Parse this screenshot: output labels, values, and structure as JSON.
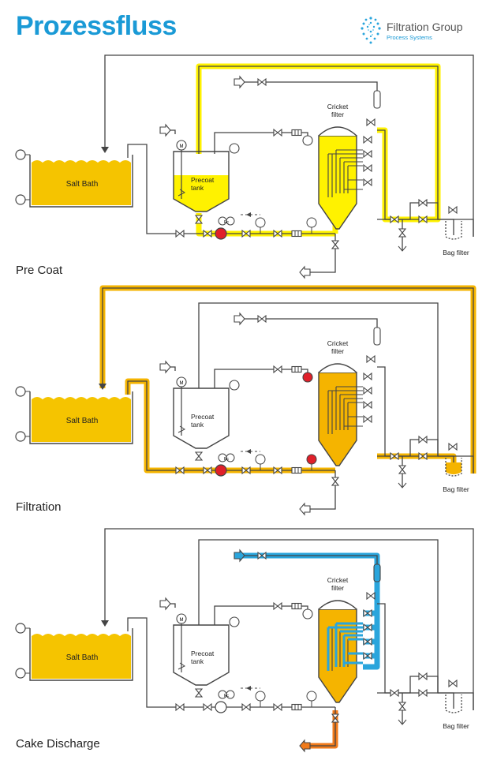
{
  "title": "Prozessfluss",
  "logo": {
    "name": "Filtration Group",
    "subtitle": "Process Systems"
  },
  "panels": [
    {
      "caption": "Pre Coat",
      "bath_label": "Salt Bath",
      "tank_label": "Precoat tank",
      "filter_label": "Cricket filter",
      "bag_label": "Bag filter",
      "gauge_letter": "M",
      "pump_letters": "Fc",
      "mode": "precoat"
    },
    {
      "caption": "Filtration",
      "bath_label": "Salt Bath",
      "tank_label": "Precoat tank",
      "filter_label": "Cricket filter",
      "bag_label": "Bag filter",
      "gauge_letter": "M",
      "pump_letters": "Fc",
      "mode": "filtration"
    },
    {
      "caption": "Cake Discharge",
      "bath_label": "Salt Bath",
      "tank_label": "Precoat tank",
      "filter_label": "Cricket filter",
      "bag_label": "Bag filter",
      "gauge_letter": "M",
      "pump_letters": "Fc",
      "mode": "discharge"
    }
  ],
  "colors": {
    "title": "#1a9ad6",
    "line": "#444444",
    "fluid": "#f5c400",
    "highlight_precoat": "#fff200",
    "highlight_filtration": "#f5b400",
    "highlight_discharge_blue": "#2aa5dc",
    "highlight_discharge_orange": "#f07a1a",
    "pump_red": "#e0202a"
  }
}
